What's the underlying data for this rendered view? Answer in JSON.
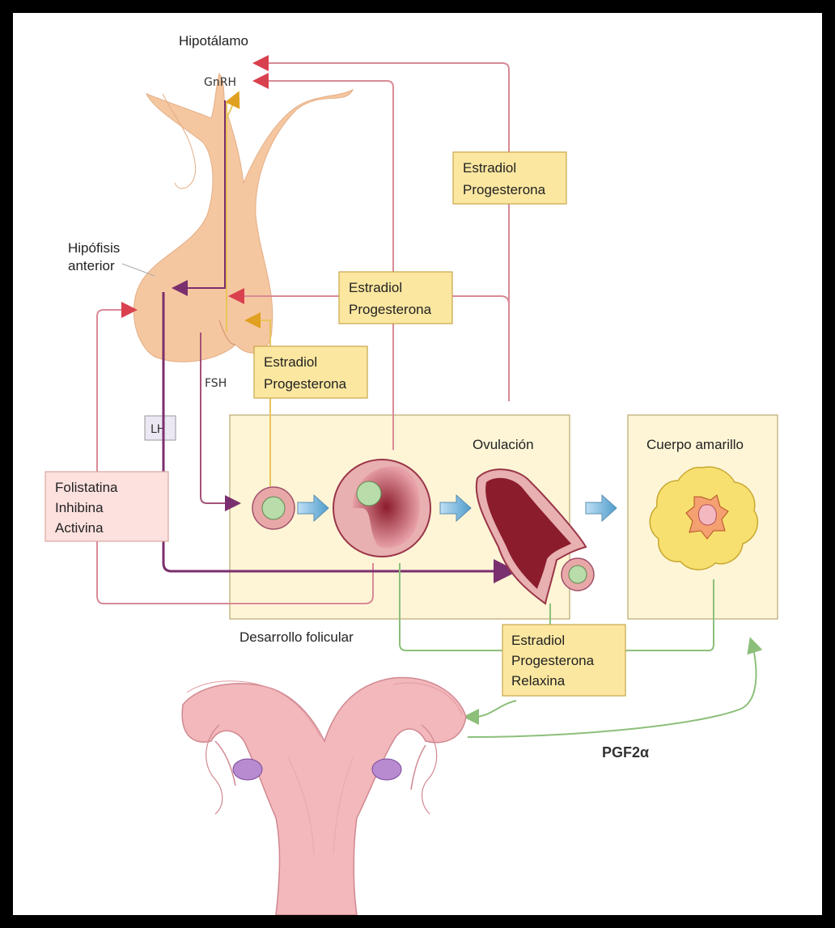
{
  "labels": {
    "hypothalamus": "Hipotálamo",
    "gnrh": "GnRH",
    "pituitary_line1": "Hipófisis",
    "pituitary_line2": "anterior",
    "fsh": "FSH",
    "lh": "LH",
    "ovulation": "Ovulación",
    "corpus_luteum": "Cuerpo amarillo",
    "follicular_development": "Desarrollo folicular",
    "pgf2a": "PGF2α"
  },
  "boxes": {
    "top_right": [
      "Estradiol",
      "Progesterona"
    ],
    "middle": [
      "Estradiol",
      "Progesterona"
    ],
    "left_lower": [
      "Estradiol",
      "Progesterona"
    ],
    "folistatina": [
      "Folistatina",
      "Inhibina",
      "Activina"
    ],
    "bottom": [
      "Estradiol",
      "Progesterona",
      "Relaxina"
    ]
  },
  "colors": {
    "pink_arrow": "#d9414f",
    "pink_line": "#d98a96",
    "yellow_line": "#e8c45a",
    "purple_line": "#7a2f6e",
    "green_line": "#8cbf7a",
    "box_fill": "#fbe7a0",
    "panel_fill": "#fdf5d6",
    "tissue": "#f5c7a0"
  }
}
